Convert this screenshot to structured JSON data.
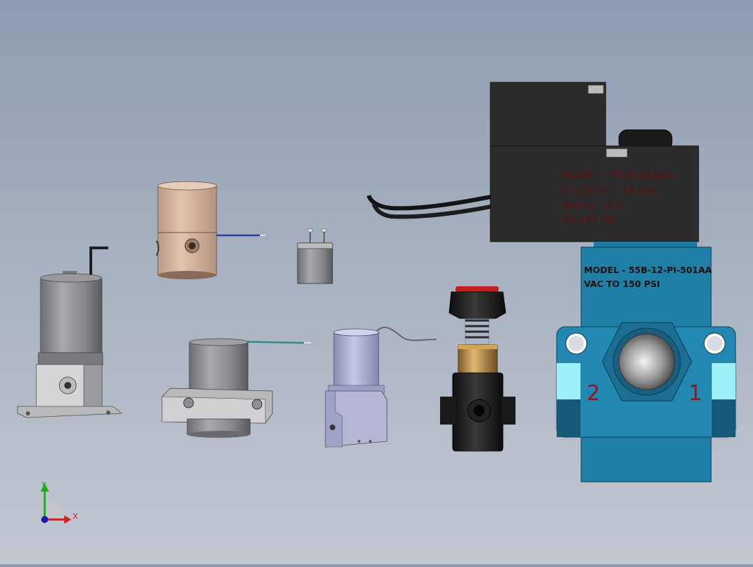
{
  "valve": {
    "coil_label_lines": [
      "MODEL - PID-501AAAA",
      "VOLTS/Hz. - 24 VDC",
      "WATTS - 6.0",
      "30-150 PSI"
    ],
    "body_label_lines": [
      "MODEL - 55B-12-PI-501AA",
      "VAC TO 150 PSI"
    ],
    "port_left": "2",
    "port_right": "1"
  },
  "triad": {
    "x_label": "X",
    "y_label": "Y"
  },
  "colors": {
    "background_top": "#8e9bb0",
    "valve_body": "#1e7fa7",
    "coil": "#2a2a2a",
    "bronze_sleeve": "#d9b8a0"
  }
}
